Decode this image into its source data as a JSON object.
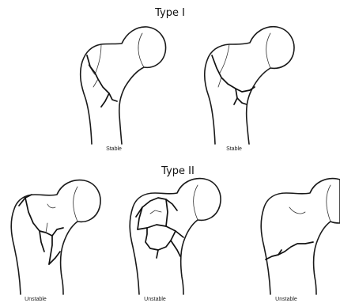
{
  "section_titles": {
    "type1": "Type I",
    "type2": "Type II"
  },
  "panels": [
    {
      "label": "Stable"
    },
    {
      "label": "Stable"
    },
    {
      "label": "Unstable"
    },
    {
      "label": "Unstable"
    },
    {
      "label": "Unstable"
    }
  ]
}
